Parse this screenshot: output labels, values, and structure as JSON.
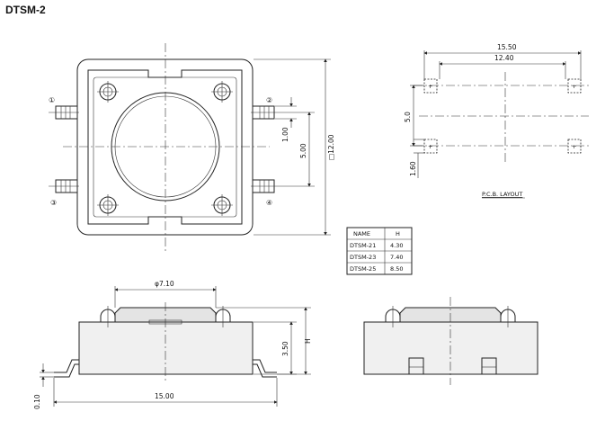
{
  "title": "DTSM-2",
  "top_view": {
    "pin_labels": [
      "①",
      "②",
      "③",
      "④"
    ],
    "dim_pitch": "1.00",
    "dim_pin_span": "5.00",
    "dim_body": "□12.00"
  },
  "pcb_layout": {
    "dim_outer": "15.50",
    "dim_inner": "12.40",
    "dim_vertical": "5.0",
    "dim_pad": "1.60",
    "caption": "P.C.B. LAYOUT"
  },
  "height_table": {
    "headers": [
      "NAME",
      "H"
    ],
    "rows": [
      [
        "DTSM-21",
        "4.30"
      ],
      [
        "DTSM-23",
        "7.40"
      ],
      [
        "DTSM-25",
        "8.50"
      ]
    ]
  },
  "side_view": {
    "dim_cap": "φ7.10",
    "dim_body_height": "3.50",
    "dim_total_height": "H",
    "dim_lead": "0.10",
    "dim_width": "15.00"
  }
}
